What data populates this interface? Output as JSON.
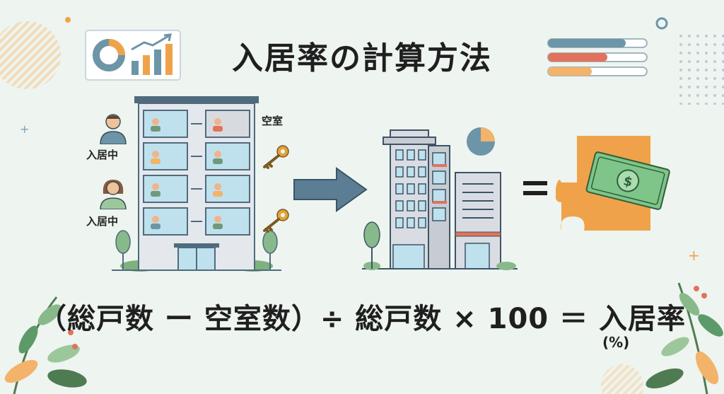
{
  "title": "入居率の計算方法",
  "labels": {
    "occupied_1": "入居中",
    "occupied_2": "入居中",
    "vacant": "空室"
  },
  "formula": {
    "text": "（総戸数 ー 空室数）÷ 総戸数 × 100 ＝ 入居率",
    "unit": "(%)"
  },
  "colors": {
    "window_blue": "#bfe1ee",
    "building_gray": "#d9dde3",
    "arrow": "#5b7e95",
    "puzzle": "#f0a24a",
    "money": "#7fc58a",
    "key": "#e3a23b"
  }
}
